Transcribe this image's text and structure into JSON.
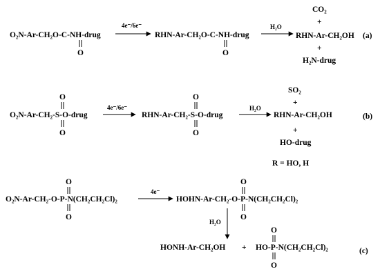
{
  "scheme_a": {
    "reactant": "O₂N-Ar-CH₂O-C-NH-drug",
    "reactant_carbonyl_o": "O",
    "condition1": "4e⁻/6e⁻",
    "intermediate": "RHN-Ar-CH₂O-C-NH-drug",
    "intermediate_carbonyl_o": "O",
    "condition2": "H₂O",
    "product_co2": "CO₂",
    "plus1": "+",
    "product_alcohol": "RHN-Ar-CH₂OH",
    "plus2": "+",
    "product_drug": "H₂N-drug",
    "label": "(a)"
  },
  "scheme_b": {
    "reactant": "O₂N-Ar-CH₂-S-O-drug",
    "reactant_o_top": "O",
    "reactant_o_bottom": "O",
    "condition1": "4e⁻/6e⁻",
    "intermediate": "RHN-Ar-CH₂-S-O-drug",
    "intermediate_o_top": "O",
    "intermediate_o_bottom": "O",
    "condition2": "H₂O",
    "product_so2": "SO₂",
    "plus1": "+",
    "product_alcohol": "RHN-Ar-CH₂OH",
    "plus2": "+",
    "product_drug": "HO-drug",
    "label": "(b)",
    "r_definition": "R = HO, H"
  },
  "scheme_c": {
    "reactant": "O₂N-Ar-CH₂-O-P-N(CH₂CH₂Cl)₂",
    "reactant_o_top": "O",
    "reactant_o_bottom": "O",
    "condition1": "4e⁻",
    "intermediate": "HOHN-Ar-CH₂-O-P-N(CH₂CH₂Cl)₂",
    "intermediate_o_top": "O",
    "intermediate_o_bottom": "O",
    "condition2": "H₂O",
    "product_alcohol": "HONH-Ar-CH₂OH",
    "plus": "+",
    "product_phosphoramide": "HO-P-N(CH₂CH₂Cl)₂",
    "product_o_top": "O",
    "product_o_bottom": "O",
    "label": "(c)"
  }
}
